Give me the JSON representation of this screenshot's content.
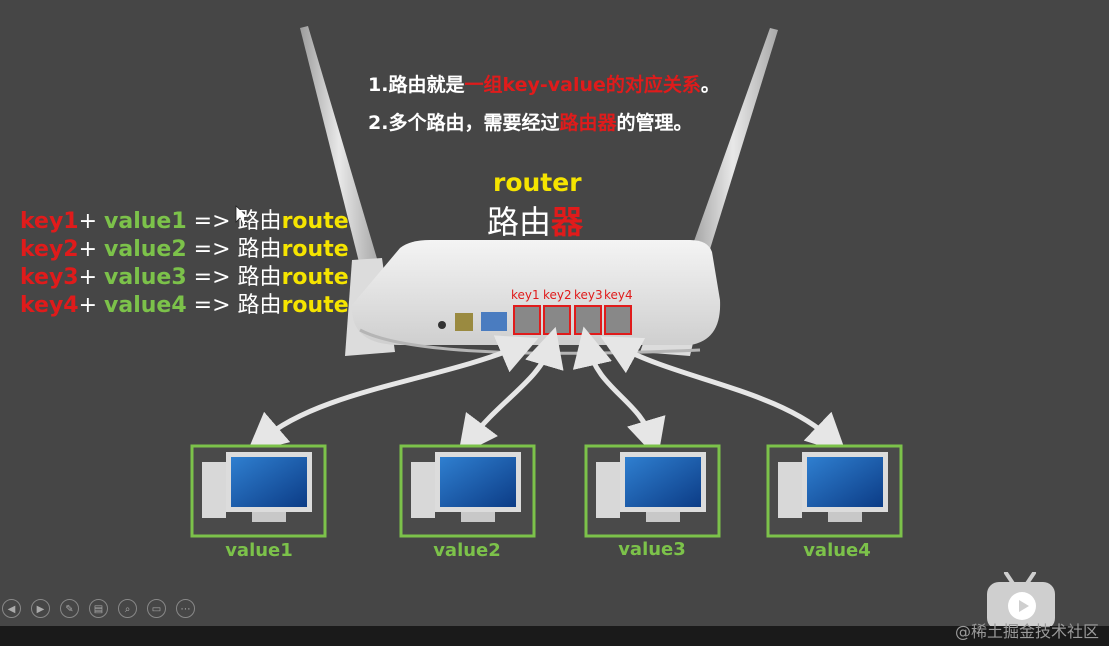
{
  "notes": {
    "line1_prefix": "1.路由就是",
    "line1_highlight": "一组key-value的对应关系",
    "line1_suffix": "。",
    "line2_prefix": "2.多个路由，需要经过",
    "line2_highlight": "路由器",
    "line2_suffix": "的管理。"
  },
  "router": {
    "label_en": "router",
    "label_zh_prefix": "路由",
    "label_zh_highlight": "器",
    "port_labels": [
      "key1",
      "key2",
      "key3",
      "key4"
    ]
  },
  "mappings": [
    {
      "key": "key1",
      "plus": "+",
      "value": "value1",
      "arrow": "=>",
      "zh": "路由",
      "en": "route"
    },
    {
      "key": "key2",
      "plus": "+",
      "value": "value2",
      "arrow": "=>",
      "zh": "路由",
      "en": "route"
    },
    {
      "key": "key3",
      "plus": "+",
      "value": "value3",
      "arrow": "=>",
      "zh": "路由",
      "en": "route"
    },
    {
      "key": "key4",
      "plus": "+",
      "value": "value4",
      "arrow": "=>",
      "zh": "路由",
      "en": "route"
    }
  ],
  "computers": [
    {
      "label": "value1"
    },
    {
      "label": "value2"
    },
    {
      "label": "value3"
    },
    {
      "label": "value4"
    }
  ],
  "colors": {
    "background": "#464646",
    "highlight_red": "#e01b1b",
    "value_green": "#7cc24a",
    "router_yellow": "#f5e400",
    "frame_green": "#7cc24a"
  },
  "controls": [
    {
      "name": "prev-icon"
    },
    {
      "name": "next-icon"
    },
    {
      "name": "pen-icon"
    },
    {
      "name": "slides-icon"
    },
    {
      "name": "zoom-icon"
    },
    {
      "name": "screen-icon"
    },
    {
      "name": "more-icon"
    }
  ],
  "watermark": "@稀土掘金技术社区"
}
